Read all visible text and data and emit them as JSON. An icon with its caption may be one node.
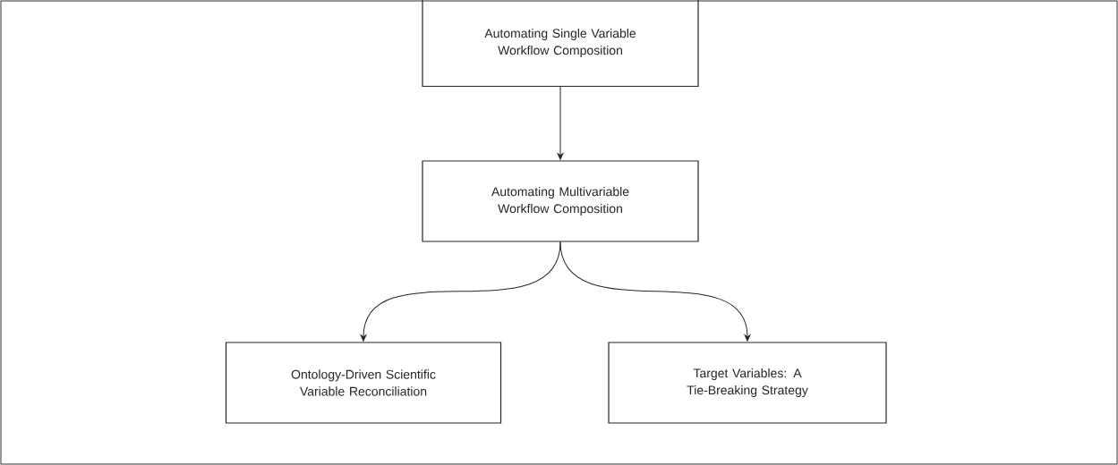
{
  "diagram": {
    "nodes": [
      {
        "text": [
          "Automating Single Variable Workflow Composition"
        ]
      },
      {
        "text": [
          "Automating Multivariable Workflow Composition"
        ]
      },
      {
        "text": [
          "Ontology-Driven Scientific Variable Reconciliation"
        ]
      },
      {
        "text": [
          "Target Variables: A Tie-Breaking Strategy"
        ]
      }
    ],
    "edges": [
      {
        "from": 0,
        "to": 1,
        "arrow": "to"
      },
      {
        "from": 1,
        "to": 2,
        "arrow": "to"
      },
      {
        "from": 1,
        "to": 3,
        "arrow": "to"
      }
    ]
  }
}
